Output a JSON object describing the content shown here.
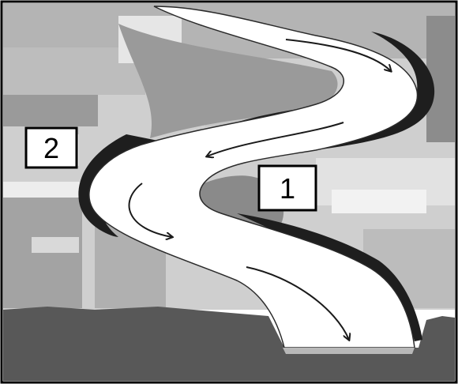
{
  "diagram": {
    "labels": [
      {
        "id": "label-1",
        "text": "1"
      },
      {
        "id": "label-2",
        "text": "2"
      }
    ],
    "colors": {
      "frame": "#000000",
      "river_water": "#ffffff",
      "sky_light": "#d8d8d8",
      "land_mid": "#a8a8a8",
      "land_dark": "#808080",
      "ground": "#585858",
      "cut_bank": "#1e1e1e",
      "point_bar": "#8a8a8a",
      "arrow": "#1a1a1a",
      "label_box_fill": "#ffffff",
      "label_box_stroke": "#000000"
    }
  }
}
